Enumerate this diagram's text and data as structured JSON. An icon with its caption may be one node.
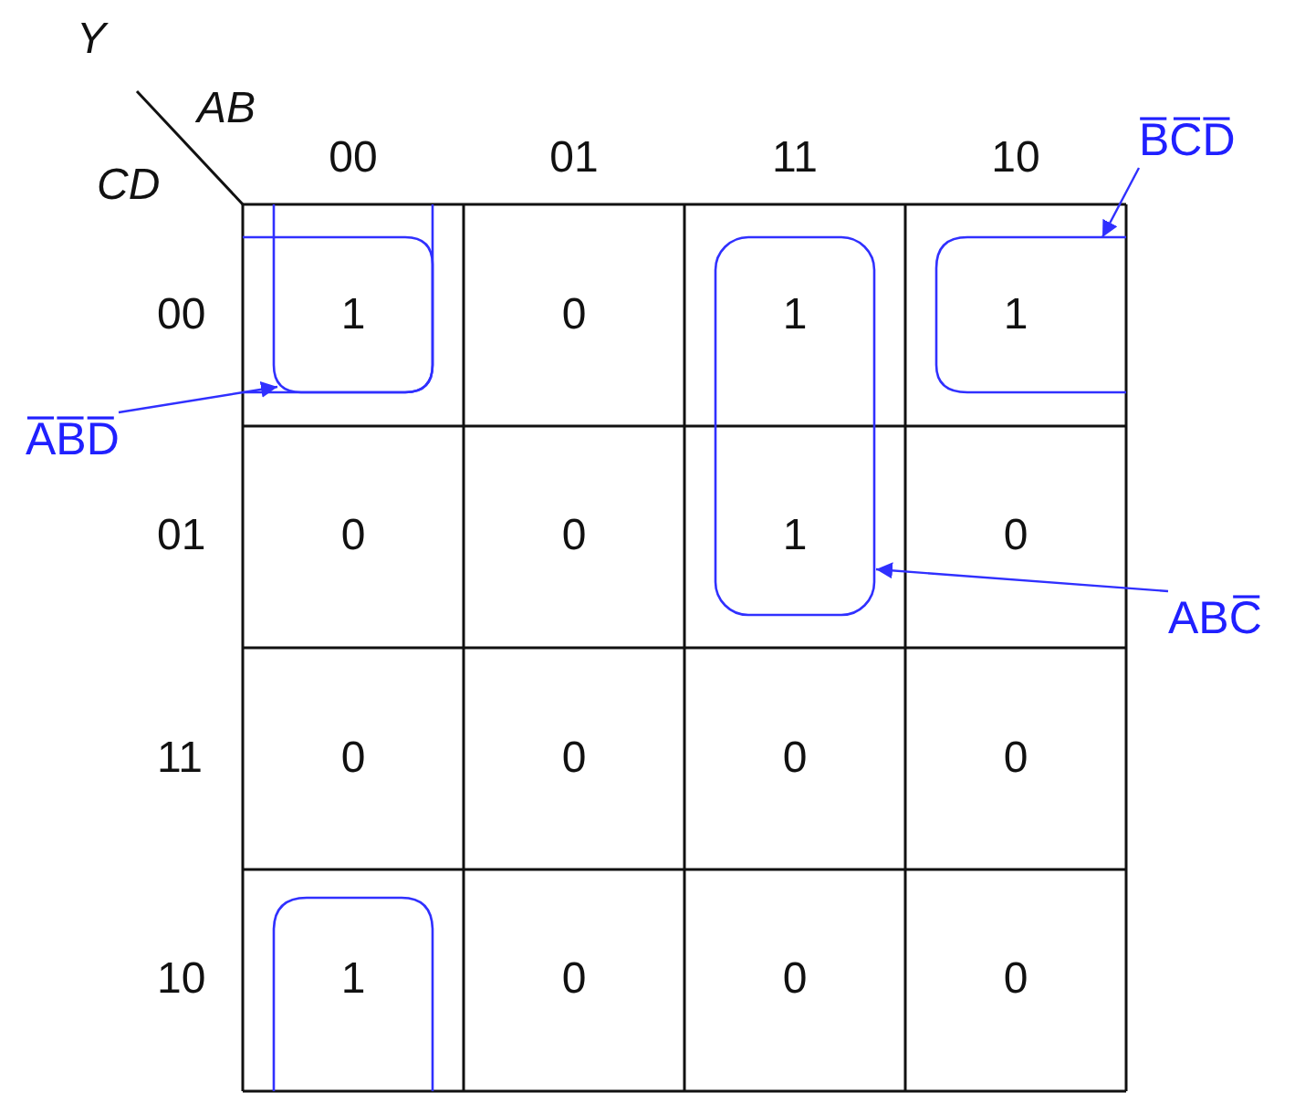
{
  "diagram": {
    "nodes": [
      {
        "text": [
          "B̅C̅D̅"
        ]
      },
      {
        "text": [],
        "shape": "box"
      },
      {
        "text": [
          "A̅B̅D̅"
        ]
      },
      {
        "text": [],
        "shape": "box"
      },
      {
        "text": [
          "ABC̅"
        ]
      },
      {
        "text": [],
        "shape": "box"
      }
    ],
    "edges": [
      {
        "from": 0,
        "to": 5,
        "arrow": "to"
      },
      {
        "from": 2,
        "to": 1,
        "arrow": "to"
      },
      {
        "from": 4,
        "to": 3,
        "arrow": "to"
      }
    ],
    "labels": [
      "Y",
      "AB",
      "CD",
      "00",
      "01",
      "11",
      "10",
      "00",
      "1",
      "0",
      "1",
      "1",
      "01",
      "0",
      "0",
      "1",
      "0",
      "11",
      "0",
      "0",
      "0",
      "0",
      "10",
      "1",
      "0",
      "0",
      "0"
    ]
  }
}
